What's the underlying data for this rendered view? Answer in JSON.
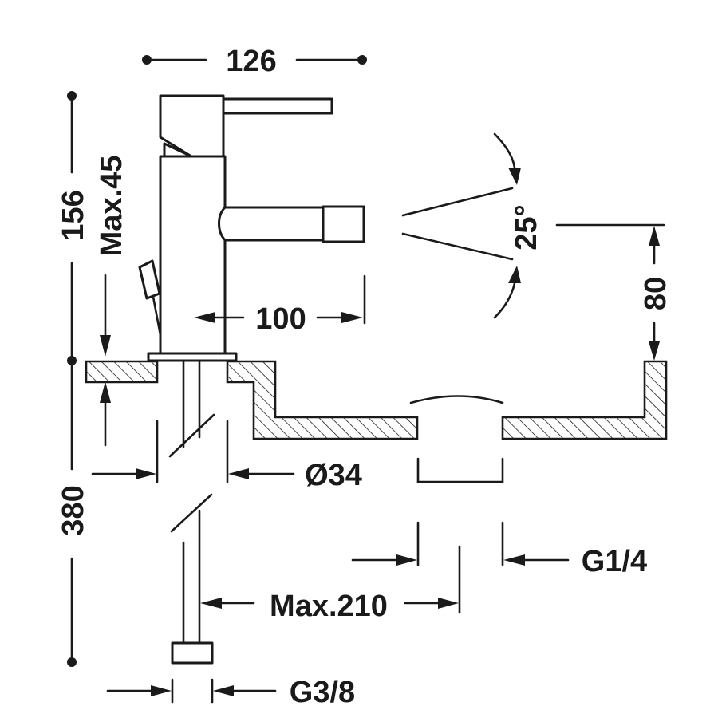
{
  "dimensions": {
    "width_top": "126",
    "height_total": "156",
    "deck_max": "Max.45",
    "spout_reach": "100",
    "spray_angle": "25°",
    "outlet_height": "80",
    "hole_diameter": "Ø34",
    "depth_below": "380",
    "connection_g14": "G1/4",
    "hose_max": "Max.210",
    "connection_g38": "G3/8"
  },
  "colors": {
    "ink": "#1a1a1a",
    "background": "#ffffff"
  }
}
